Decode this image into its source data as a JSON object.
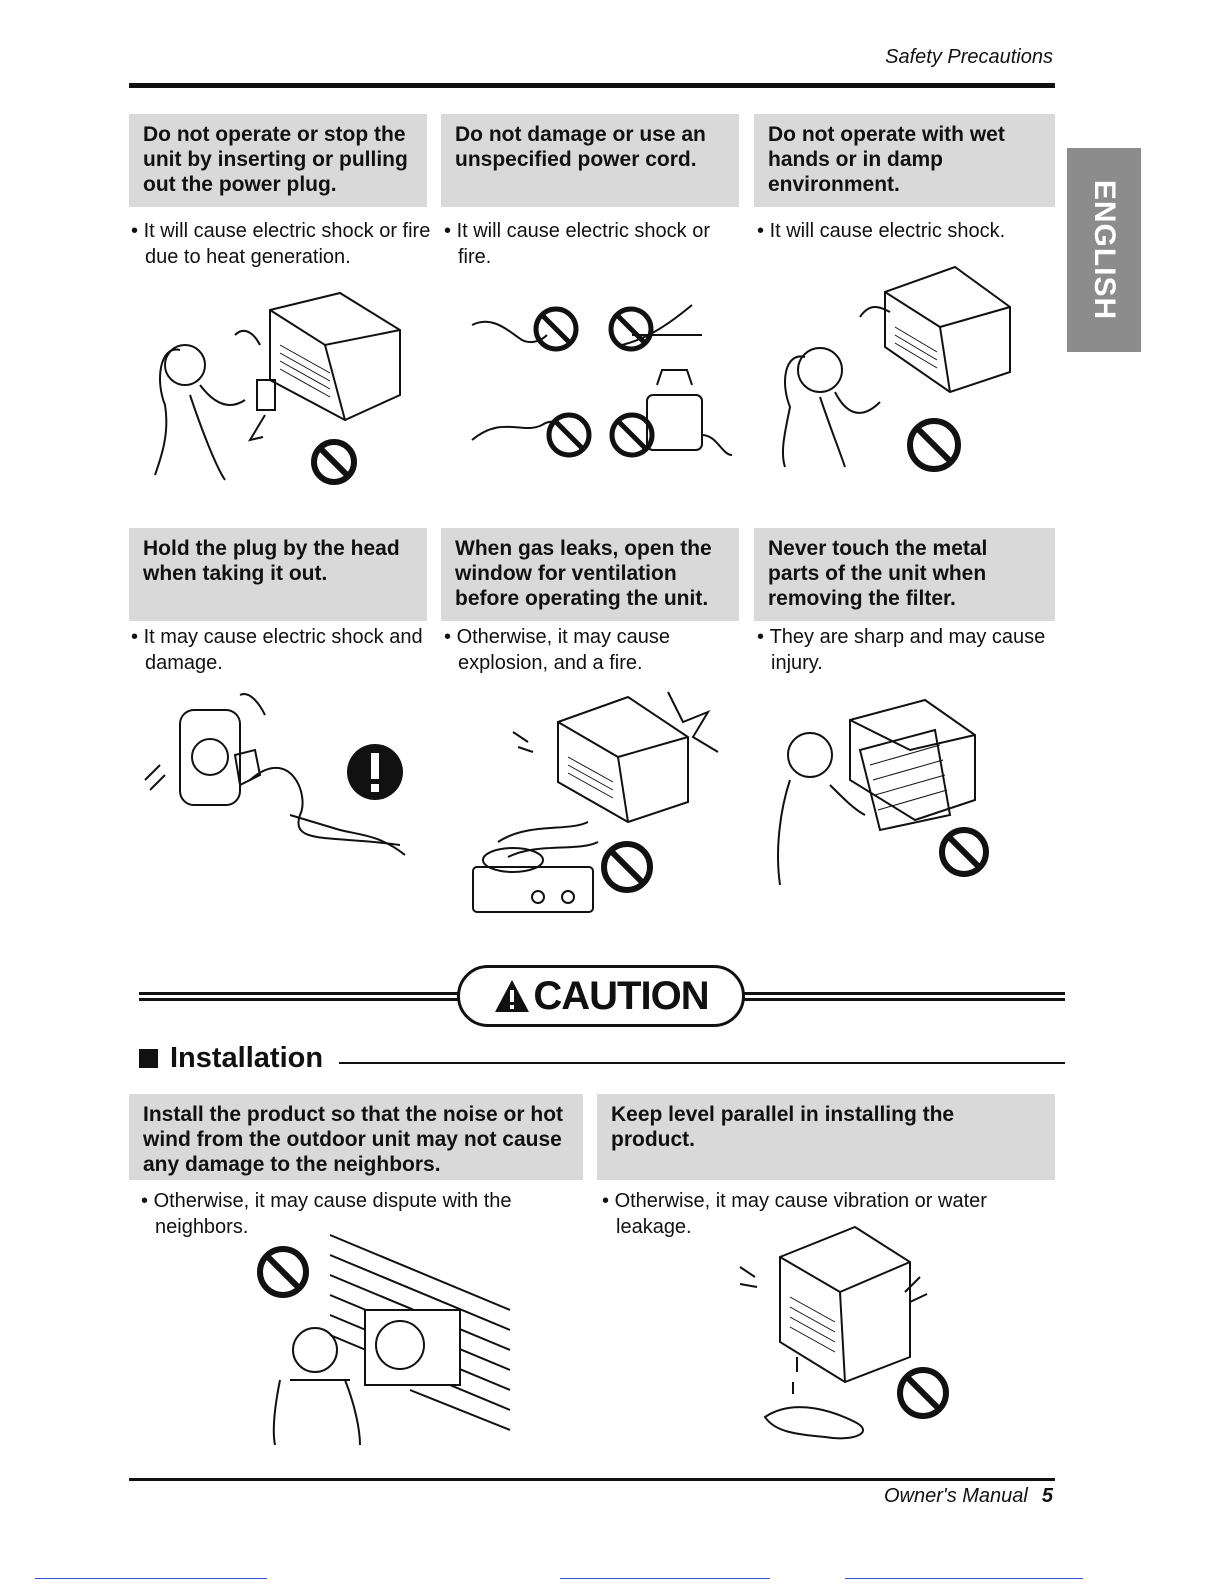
{
  "header": {
    "title": "Safety Precautions"
  },
  "side_tab": {
    "label": "ENGLISH"
  },
  "warnings_row1": [
    {
      "title": "Do not operate or stop the unit by inserting or pulling out the power plug.",
      "note": "It will cause electric shock or fire due to heat generation.",
      "illustration_icon": "prohibited-icon"
    },
    {
      "title": "Do not damage or use an unspecified power cord.",
      "note": "It will cause electric shock or fire.",
      "illustration_icon": "prohibited-icon"
    },
    {
      "title": "Do not operate with wet hands or in damp environment.",
      "note": "It will cause electric shock.",
      "illustration_icon": "prohibited-icon"
    }
  ],
  "warnings_row2": [
    {
      "title": "Hold the plug by the head when taking it out.",
      "note": "It may cause electric shock and damage.",
      "illustration_icon": "mandatory-icon"
    },
    {
      "title": "When gas leaks, open the window for ventilation before operating the unit.",
      "note": "Otherwise, it may cause explosion, and a fire.",
      "illustration_icon": "prohibited-icon"
    },
    {
      "title": "Never touch the metal parts of the unit when removing the filter.",
      "note": "They are sharp and may cause injury.",
      "illustration_icon": "prohibited-icon"
    }
  ],
  "caution": {
    "label": "CAUTION",
    "icon": "warning-triangle-icon"
  },
  "installation": {
    "heading": "Installation",
    "items": [
      {
        "title": "Install the product so that the noise or hot wind from the outdoor unit may not cause any damage to the neighbors.",
        "note": "Otherwise, it may cause dispute with the neighbors.",
        "illustration_icon": "prohibited-icon"
      },
      {
        "title": "Keep level parallel in installing the product.",
        "note": "Otherwise, it may cause vibration or water leakage.",
        "illustration_icon": "prohibited-icon"
      }
    ]
  },
  "footer": {
    "manual_label": "Owner's Manual",
    "page_number": "5"
  }
}
